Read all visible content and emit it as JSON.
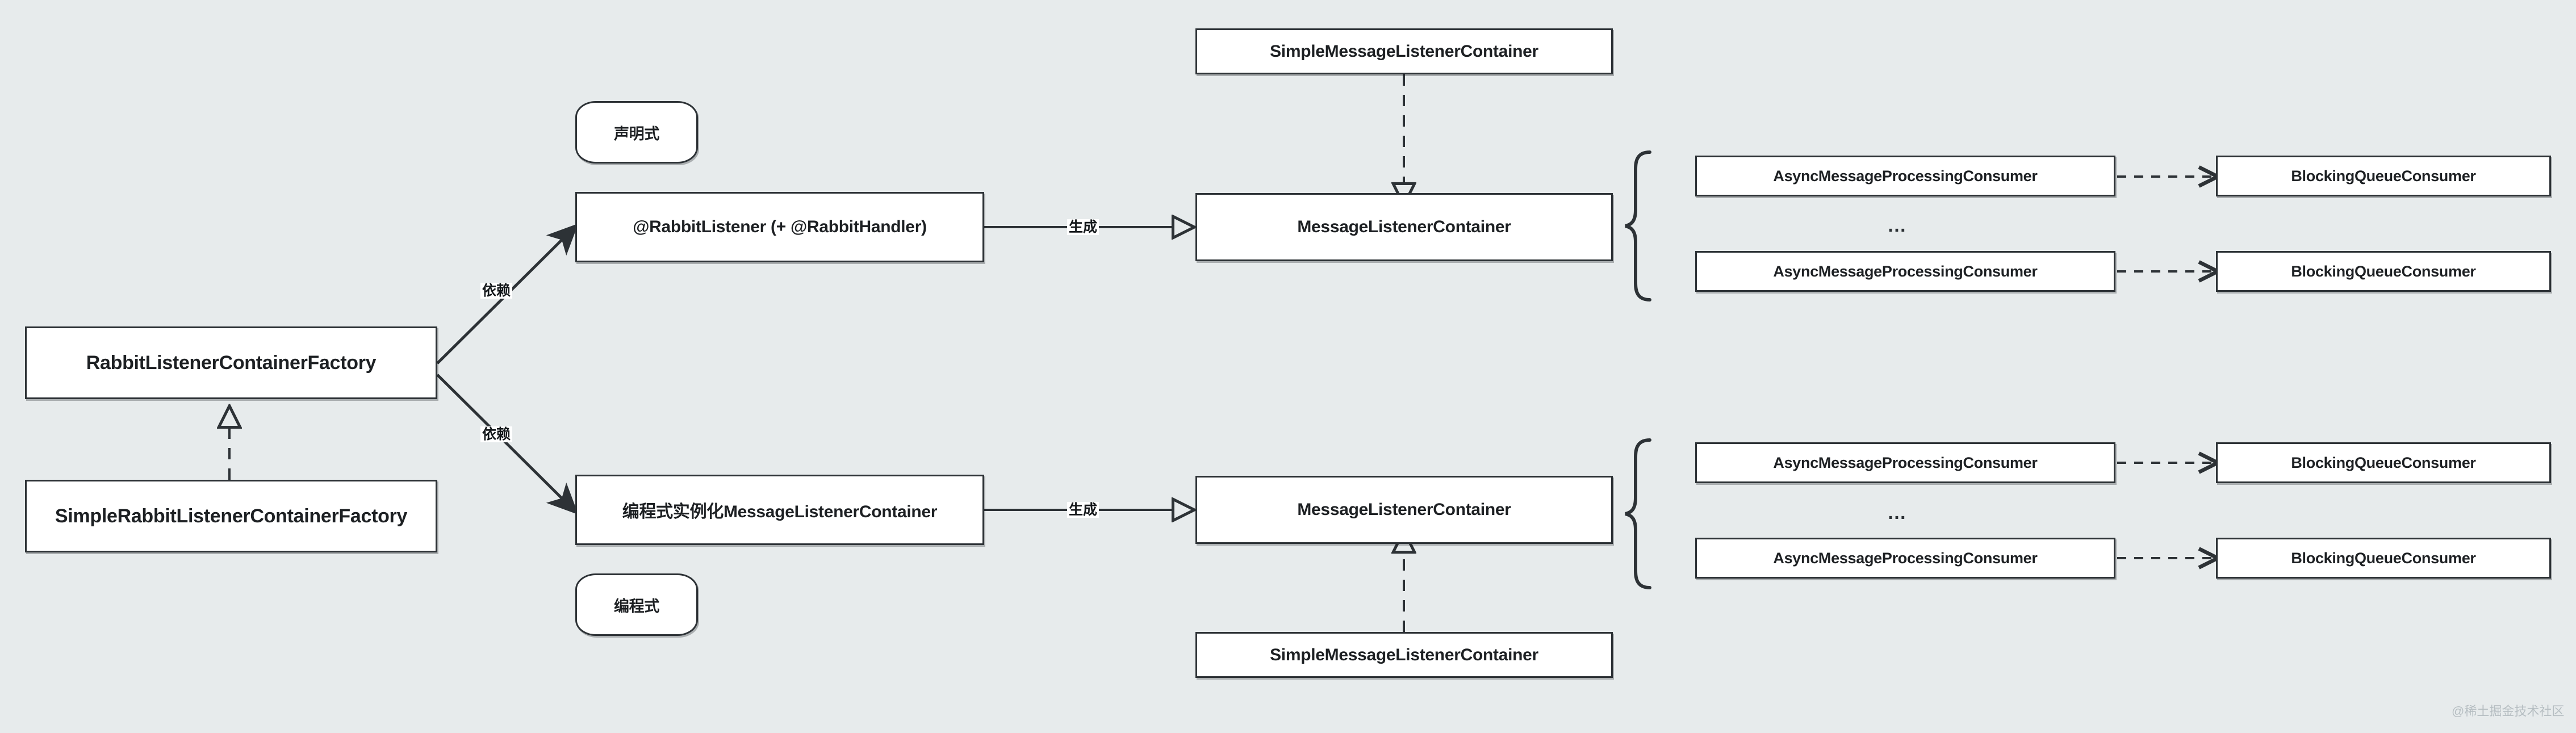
{
  "diagram": {
    "title": "RabbitMQ Listener Container Architecture",
    "background_color": "#e7ebec",
    "stroke_color": "#2d3236",
    "node_fill": "#ffffff"
  },
  "nodes": {
    "rabbit_listener_container_factory": "RabbitListenerContainerFactory",
    "simple_rabbit_listener_container_factory": "SimpleRabbitListenerContainerFactory",
    "declarative_tag": "声明式",
    "programmatic_tag": "编程式",
    "rabbit_listener_annotation": "@RabbitListener (+ @RabbitHandler)",
    "programmatic_instantiation": "编程式实例化MessageListenerContainer",
    "simple_message_listener_container_top": "SimpleMessageListenerContainer",
    "simple_message_listener_container_bottom": "SimpleMessageListenerContainer",
    "message_listener_container_top": "MessageListenerContainer",
    "message_listener_container_bottom": "MessageListenerContainer",
    "async_consumer_top_1": "AsyncMessageProcessingConsumer",
    "async_consumer_top_2": "AsyncMessageProcessingConsumer",
    "async_consumer_bottom_1": "AsyncMessageProcessingConsumer",
    "async_consumer_bottom_2": "AsyncMessageProcessingConsumer",
    "blocking_queue_consumer_top_1": "BlockingQueueConsumer",
    "blocking_queue_consumer_top_2": "BlockingQueueConsumer",
    "blocking_queue_consumer_bottom_1": "BlockingQueueConsumer",
    "blocking_queue_consumer_bottom_2": "BlockingQueueConsumer",
    "ellipsis_top": "…",
    "ellipsis_bottom": "…"
  },
  "edge_labels": {
    "dependency_upper": "依赖",
    "dependency_lower": "依赖",
    "generates_upper": "生成",
    "generates_lower": "生成"
  },
  "watermark": "@稀土掘金技术社区"
}
